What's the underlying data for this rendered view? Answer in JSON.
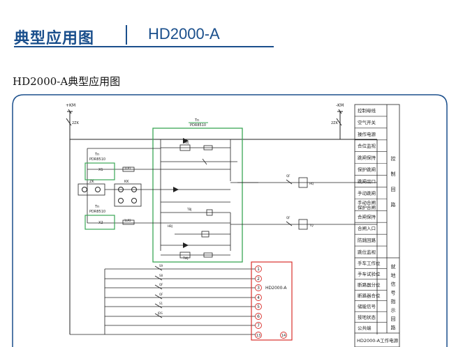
{
  "header": {
    "title": "典型应用图",
    "model": "HD2000-A"
  },
  "subtitle": "HD2000-A典型应用图",
  "schematic": {
    "km_plus": "+KM",
    "km_minus": "-KM",
    "breaker_left": "2ZK",
    "breaker_right": "2ZK",
    "relay_box_label": "Tn",
    "relay_box_model": "PDR8510",
    "top_relay_label": "Tn",
    "top_relay_model": "PDR8510",
    "bottom_relay_label": "Tn",
    "bottom_relay_model": "PDR8510",
    "contact_x1": "X1",
    "contact_x2": "X2",
    "lp1": "1LP1",
    "lp2": "1LP2",
    "zk": "ZK",
    "kk": "KK",
    "hwj": "HWJ",
    "twj": "TWJ",
    "hbj": "HBJ",
    "tbj": "TBJ",
    "qf1": "QF",
    "qf2": "QF",
    "hq": "HQ",
    "tq": "TQ",
    "inputs": [
      "S9",
      "S8",
      "QF",
      "QF",
      "S1",
      "JDS",
      ""
    ],
    "terminals": [
      "1",
      "2",
      "3",
      "4",
      "5",
      "6",
      "7",
      "13"
    ],
    "terminal_last_right": "14",
    "device_label": "HD2000-A"
  },
  "legend_main": [
    "控制母线",
    "空气开关",
    "操作电源",
    "合位监视",
    "跳闸保持",
    "保护跳闸",
    "跳闸出口",
    "手动跳闸",
    "手动合闸\n保护合闸",
    "合闸保持",
    "合闸入口",
    "防跳回路",
    "跳位监视"
  ],
  "legend_main_side": "控制回路",
  "legend_local": [
    "手车工作位",
    "手车试验位",
    "断路器分位",
    "断路器合位",
    "储能信号",
    "接地状态",
    "公共端"
  ],
  "legend_local_side": "就地信号指示回路",
  "legend_footer": "HD2000-A工作电源"
}
